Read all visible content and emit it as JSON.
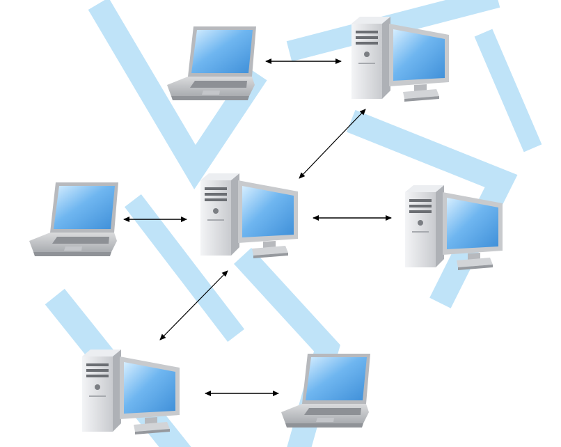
{
  "diagram": {
    "nodes": [
      {
        "id": "laptop-top",
        "kind": "laptop"
      },
      {
        "id": "desktop-top",
        "kind": "desktop"
      },
      {
        "id": "laptop-left",
        "kind": "laptop"
      },
      {
        "id": "desktop-center",
        "kind": "desktop"
      },
      {
        "id": "desktop-right",
        "kind": "desktop"
      },
      {
        "id": "desktop-bottom",
        "kind": "desktop"
      },
      {
        "id": "laptop-bottom",
        "kind": "laptop"
      }
    ],
    "edges": [
      {
        "from": "laptop-top",
        "to": "desktop-top",
        "direction": "bidirectional"
      },
      {
        "from": "desktop-top",
        "to": "desktop-center",
        "direction": "bidirectional"
      },
      {
        "from": "laptop-left",
        "to": "desktop-center",
        "direction": "bidirectional"
      },
      {
        "from": "desktop-center",
        "to": "desktop-right",
        "direction": "bidirectional"
      },
      {
        "from": "desktop-center",
        "to": "desktop-bottom",
        "direction": "bidirectional"
      },
      {
        "from": "desktop-bottom",
        "to": "laptop-bottom",
        "direction": "bidirectional"
      }
    ],
    "colors": {
      "screen": "#5aa8ec",
      "screen_light": "#c7e6ff",
      "device_body": "#d9dadc",
      "device_dark": "#8c8f94",
      "arrow": "#000000",
      "watermark": "#bfe3f8"
    },
    "icons": {
      "laptop": "laptop-icon",
      "desktop": "desktop-computer-icon",
      "arrow": "double-headed-arrow"
    }
  }
}
